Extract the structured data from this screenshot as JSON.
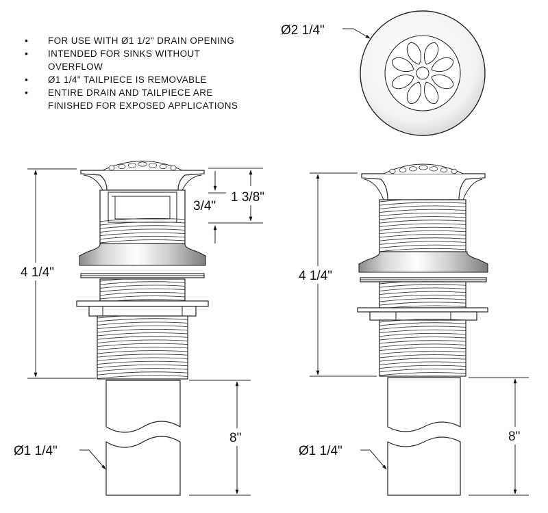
{
  "notes": [
    "FOR USE WITH Ø1 1/2\" DRAIN OPENING",
    "INTENDED FOR SINKS WITHOUT OVERFLOW",
    "Ø1 1/4\" TAILPIECE IS REMOVABLE",
    "ENTIRE DRAIN AND TAILPIECE ARE FINISHED FOR EXPOSED APPLICATIONS"
  ],
  "dims": {
    "strainer_diameter": "Ø2 1/4\"",
    "overall_length_left": "4 1/4\"",
    "overall_length_right": "4 1/4\"",
    "top_to_slot": "1 3/8\"",
    "slot_height": "3/4\"",
    "tailpiece_length_left": "8\"",
    "tailpiece_length_right": "8\"",
    "tailpiece_diameter_left": "Ø1 1/4\"",
    "tailpiece_diameter_right": "Ø1 1/4\""
  }
}
